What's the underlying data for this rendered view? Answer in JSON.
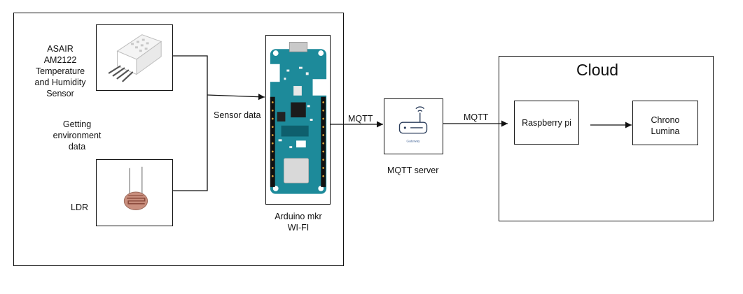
{
  "sensors": {
    "am2122_label": [
      "ASAIR",
      "AM2122",
      "Temperature",
      "and Humidity",
      "Sensor"
    ],
    "getting_label": [
      "Getting",
      "environment",
      "data"
    ],
    "ldr_label": "LDR"
  },
  "links": {
    "sensor_data": "Sensor data",
    "mqtt_to_server": "MQTT",
    "mqtt_to_cloud": "MQTT"
  },
  "board": {
    "label": [
      "Arduino mkr",
      "WI-FI"
    ]
  },
  "server": {
    "label": "MQTT server",
    "device_text": "Gateway"
  },
  "cloud": {
    "title": "Cloud",
    "raspberry": "Raspberry pi",
    "chrono": [
      "Chrono",
      "Lumina"
    ]
  },
  "colors": {
    "board_teal": "#1d8a9a",
    "board_dark": "#0e5f6d",
    "ldr_body": "#c98f7e",
    "ldr_trace": "#8a4a3c"
  },
  "icons": [
    "temperature-humidity-sensor-icon",
    "ldr-photoresistor-icon",
    "arduino-board-icon",
    "gateway-router-icon"
  ]
}
